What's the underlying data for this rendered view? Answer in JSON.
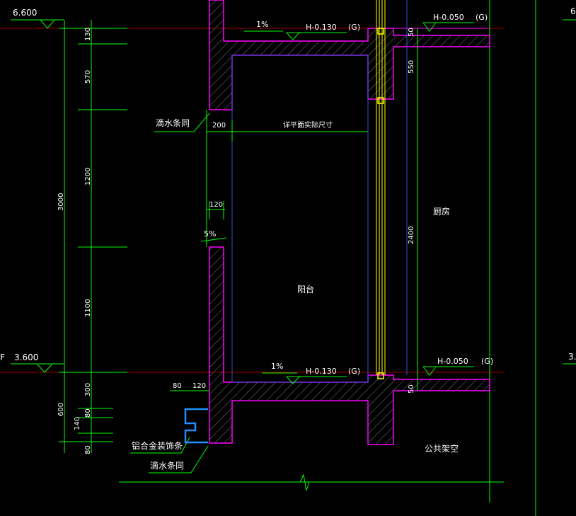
{
  "colors": {
    "background": "#000000",
    "dimension": "#00ff00",
    "text": "#ffffff",
    "wall": "#ff00ff",
    "hatch": "#8a8a8a",
    "axis_red": "#b00000",
    "window": "#ffff00",
    "trim": "#1e90ff",
    "window_line": "#2f4fd0"
  },
  "elevations": {
    "top_left": "6.600",
    "bottom_left": "3.600",
    "floor_marker": "F",
    "right_top_partial": "6",
    "right_bottom_partial": "3."
  },
  "dimensions": {
    "vertical_left": [
      "130",
      "570",
      "1200",
      "1100",
      "300",
      "80",
      "140",
      "80"
    ],
    "total_height": "3000",
    "lower_total": "600",
    "window_width": "200",
    "parapet": "120",
    "bottom_80": "80",
    "bottom_120": "120",
    "right_550": "550",
    "right_2400": "2400",
    "right_50": "50"
  },
  "labels": {
    "drip_top": "滴水条同",
    "drip_bottom": "滴水条同",
    "aluminum_trim": "铝合金装饰条",
    "balcony": "阳台",
    "kitchen": "厨房",
    "public_void": "公共架空",
    "plan_dimension": "详平面实际尺寸",
    "slope_top": "1%",
    "slope_bottom": "1%",
    "slope_parapet": "5%",
    "level_top_balcony": "H-0.130",
    "level_top_kitchen": "H-0.050",
    "level_bottom_balcony": "H-0.130",
    "level_bottom_kitchen": "H-0.050",
    "grid_tag": "(G)"
  }
}
